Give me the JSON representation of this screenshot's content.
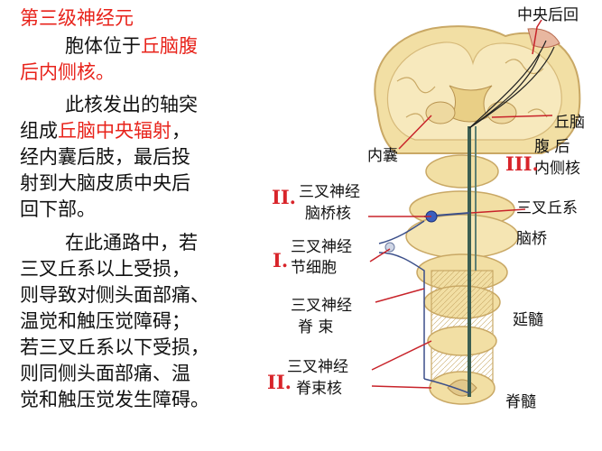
{
  "text": {
    "title": "第三级神经元",
    "p1_a": "胞体位于",
    "p1_b": "丘脑腹",
    "p1_c": "后内侧核。",
    "p2_a": "此核发出的轴突",
    "p2_b": "组成",
    "p2_c": "丘脑中央辐射",
    "p2_d": "，",
    "p2_e": "经内囊后肢，最后投",
    "p2_f": "射到大脑皮质中央后",
    "p2_g": "回下部。",
    "p3_a": "在此通路中，若",
    "p3_b": "三叉丘系以上受损，",
    "p3_c": "则导致对侧头面部痛、",
    "p3_d": "温觉和触压觉障碍；",
    "p3_e": "若三叉丘系以下受损，",
    "p3_f": "则同侧头面部痛、温",
    "p3_g": "觉和触压觉发生障碍。"
  },
  "labels": {
    "central_gyrus": "中央后回",
    "thalamus_1": "丘脑",
    "thalamus_2": "腹  后",
    "thalamus_3": "内侧核",
    "internal_capsule": "内囊",
    "pons_nucleus_1": "三叉神经",
    "pons_nucleus_2": "脑桥核",
    "lemniscus": "三叉丘系",
    "pons": "脑桥",
    "ganglion_1": "三叉神经",
    "ganglion_2": "节细胞",
    "tract_1": "三叉神经",
    "tract_2": "脊    束",
    "medulla": "延髓",
    "spinal_nucleus_1": "三叉神经",
    "spinal_nucleus_2": "脊束核",
    "spinal_cord": "脊髓",
    "roman_3": "III.",
    "roman_2a": "II.",
    "roman_1": "I.",
    "roman_2b": "II."
  },
  "colors": {
    "highlight": "#e8231b",
    "roman": "#d8242a",
    "tissue": "#f2dfa4",
    "tissue_edge": "#c9a865",
    "leader": "#c8232a"
  }
}
